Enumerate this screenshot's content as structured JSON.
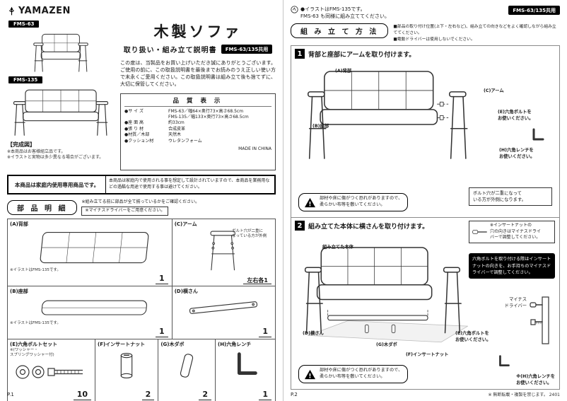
{
  "doc": {
    "brand": "YAMAZEN",
    "page1_num": "P.1",
    "page2_num": "P.2",
    "copyright": "※ 無断転載・複製を禁じます。 2401"
  },
  "p1": {
    "model_badge_1": "FMS-63",
    "model_badge_2": "FMS-135",
    "completed_label": "【完成図】",
    "image_notes": "※本商品はお客様組立品です。\n※イラストと実物は多少異なる場合がございます。",
    "title": "木製ソファ",
    "subtitle": "取り扱い・組み立て説明書",
    "shared_badge": "FMS-63/135共用",
    "intro": "この度は、当製品をお買い上げいただき誠にありがとうございます。ご使用の前に、この取扱説明書を最後までお読みのうえ正しい使い方で末永くご愛用ください。この取扱説明書は組み立て後も捨てずに、大切に保管してください。",
    "quality": {
      "title": "品 質 表 示",
      "rows": [
        {
          "label": "●サ イ ズ",
          "value": "FMS-63／幅64×奥行73×高さ68.5cm"
        },
        {
          "label": "",
          "value": "FMS-135／幅133×奥行73×高さ68.5cm"
        },
        {
          "label": "●座 面 高",
          "value": "約33cm"
        },
        {
          "label": "●張 り 材",
          "value": "合成皮革"
        },
        {
          "label": "●材質／木部",
          "value": "天然木"
        },
        {
          "label": "●クッション材",
          "value": "ウレタンフォーム"
        }
      ],
      "origin": "MADE IN CHINA"
    },
    "home_use": {
      "title": "本商品は家庭内使用専用商品です。",
      "body": "本商品は家庭内で使用される事を想定して設計されていますので、本商品を業務用などの過酷な用途で使用する事は避けてください。"
    },
    "parts": {
      "pill": "部 品 明 細",
      "note1": "※組み立てる前に部品が全て揃っているかをご確認ください。",
      "note2": "※マイナスドライバーをご用意ください。",
      "cells": [
        {
          "label": "(A)背部",
          "note": "※イラストはFMS-135です。",
          "qty": "1"
        },
        {
          "label": "(C)アーム",
          "note": "ボルト穴が二重に\nなっている方が外側",
          "qty": "左右各1"
        },
        {
          "label": "(B)座部",
          "note": "※イラストはFMS-135です。",
          "qty": "1"
        },
        {
          "label": "(D)横さん",
          "note": "",
          "qty": "1"
        },
        {
          "label": "(E)六角ボルトセット",
          "note": "※(ワッシャー・\nスプリングワッシャー付)",
          "qty": "10"
        },
        {
          "label": "(F)インサートナット",
          "note": "",
          "qty": "2"
        },
        {
          "label": "(G)木ダボ",
          "note": "",
          "qty": "2"
        },
        {
          "label": "(H)六角レンチ",
          "note": "",
          "qty": "1"
        }
      ]
    }
  },
  "p2": {
    "top_note": "●イラストはFMS-135です。\nFMS-63 も同様に組み立ててください。",
    "shared_badge": "FMS-63/135共用",
    "method_pill": "組 み 立 て 方 法",
    "method_notes": "■部品の取り付け位置(上下・左右など)、組み立ての向きなどをよく確認しながら組み立ててください。\n■電動ドライバーは使用しないでください。",
    "step1": {
      "num": "1",
      "title": "背部と座部にアームを取り付けます。",
      "label_a": "(A)背部",
      "label_b": "(B)座部",
      "label_c": "(C)アーム",
      "label_e": "(E)六角ボルトを\nお使いください。",
      "label_h": "(H)六角レンチを\nお使いください。",
      "caution": "部材や床に傷がつく恐れがありますので、\n柔らかい布等を敷いてください。",
      "note": "ボルト穴が二重になって\nいる方が外側になります。"
    },
    "step2": {
      "num": "2",
      "title": "組み立てた本体に横さんを取り付けます。",
      "insert_note": "※インサートナットの\n穴の向きはマイナスドライ\nバーで調整してください。",
      "black_note": "六角ボルトを取り付ける際はインサートナットの向きを、お手持ちのマイナスドライバーで調整してください。",
      "label_body": "組み立てた本体",
      "label_d": "(D)横さん",
      "label_g": "(G)木ダボ",
      "label_f": "(F)インサートナット",
      "label_e": "(E)六角ボルトを\nお使いください。",
      "label_driver": "マイナス\nドライバー",
      "label_h": "※(H)六角レンチを\nお使いください。",
      "caution": "部材や床に傷がつく恐れがありますので、\n柔らかい布等を敷いてください。"
    }
  }
}
